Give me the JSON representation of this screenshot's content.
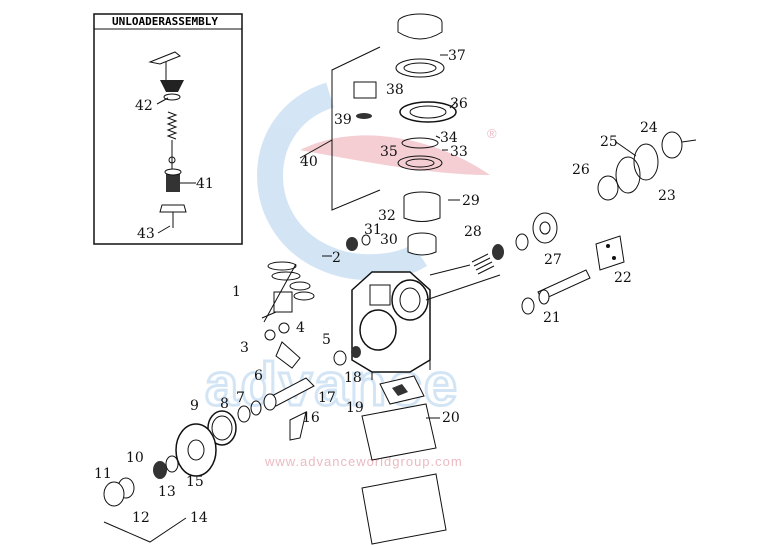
{
  "inset": {
    "title": "UNLOADERASSEMBLY"
  },
  "watermark": {
    "brand": "advance",
    "url": "www.advanceworldgroup.com",
    "registered_mark": "®",
    "colors": {
      "blue": "#cfe3f4",
      "red": "#f3c9cf",
      "url": "#e9b3bb"
    }
  },
  "part_numbers": [
    "1",
    "2",
    "3",
    "4",
    "5",
    "6",
    "7",
    "8",
    "9",
    "10",
    "11",
    "12",
    "13",
    "14",
    "15",
    "16",
    "17",
    "18",
    "19",
    "20",
    "21",
    "22",
    "23",
    "24",
    "25",
    "26",
    "27",
    "28",
    "29",
    "30",
    "31",
    "32",
    "33",
    "34",
    "35",
    "36",
    "37",
    "38",
    "39",
    "40",
    "41",
    "42",
    "43"
  ]
}
